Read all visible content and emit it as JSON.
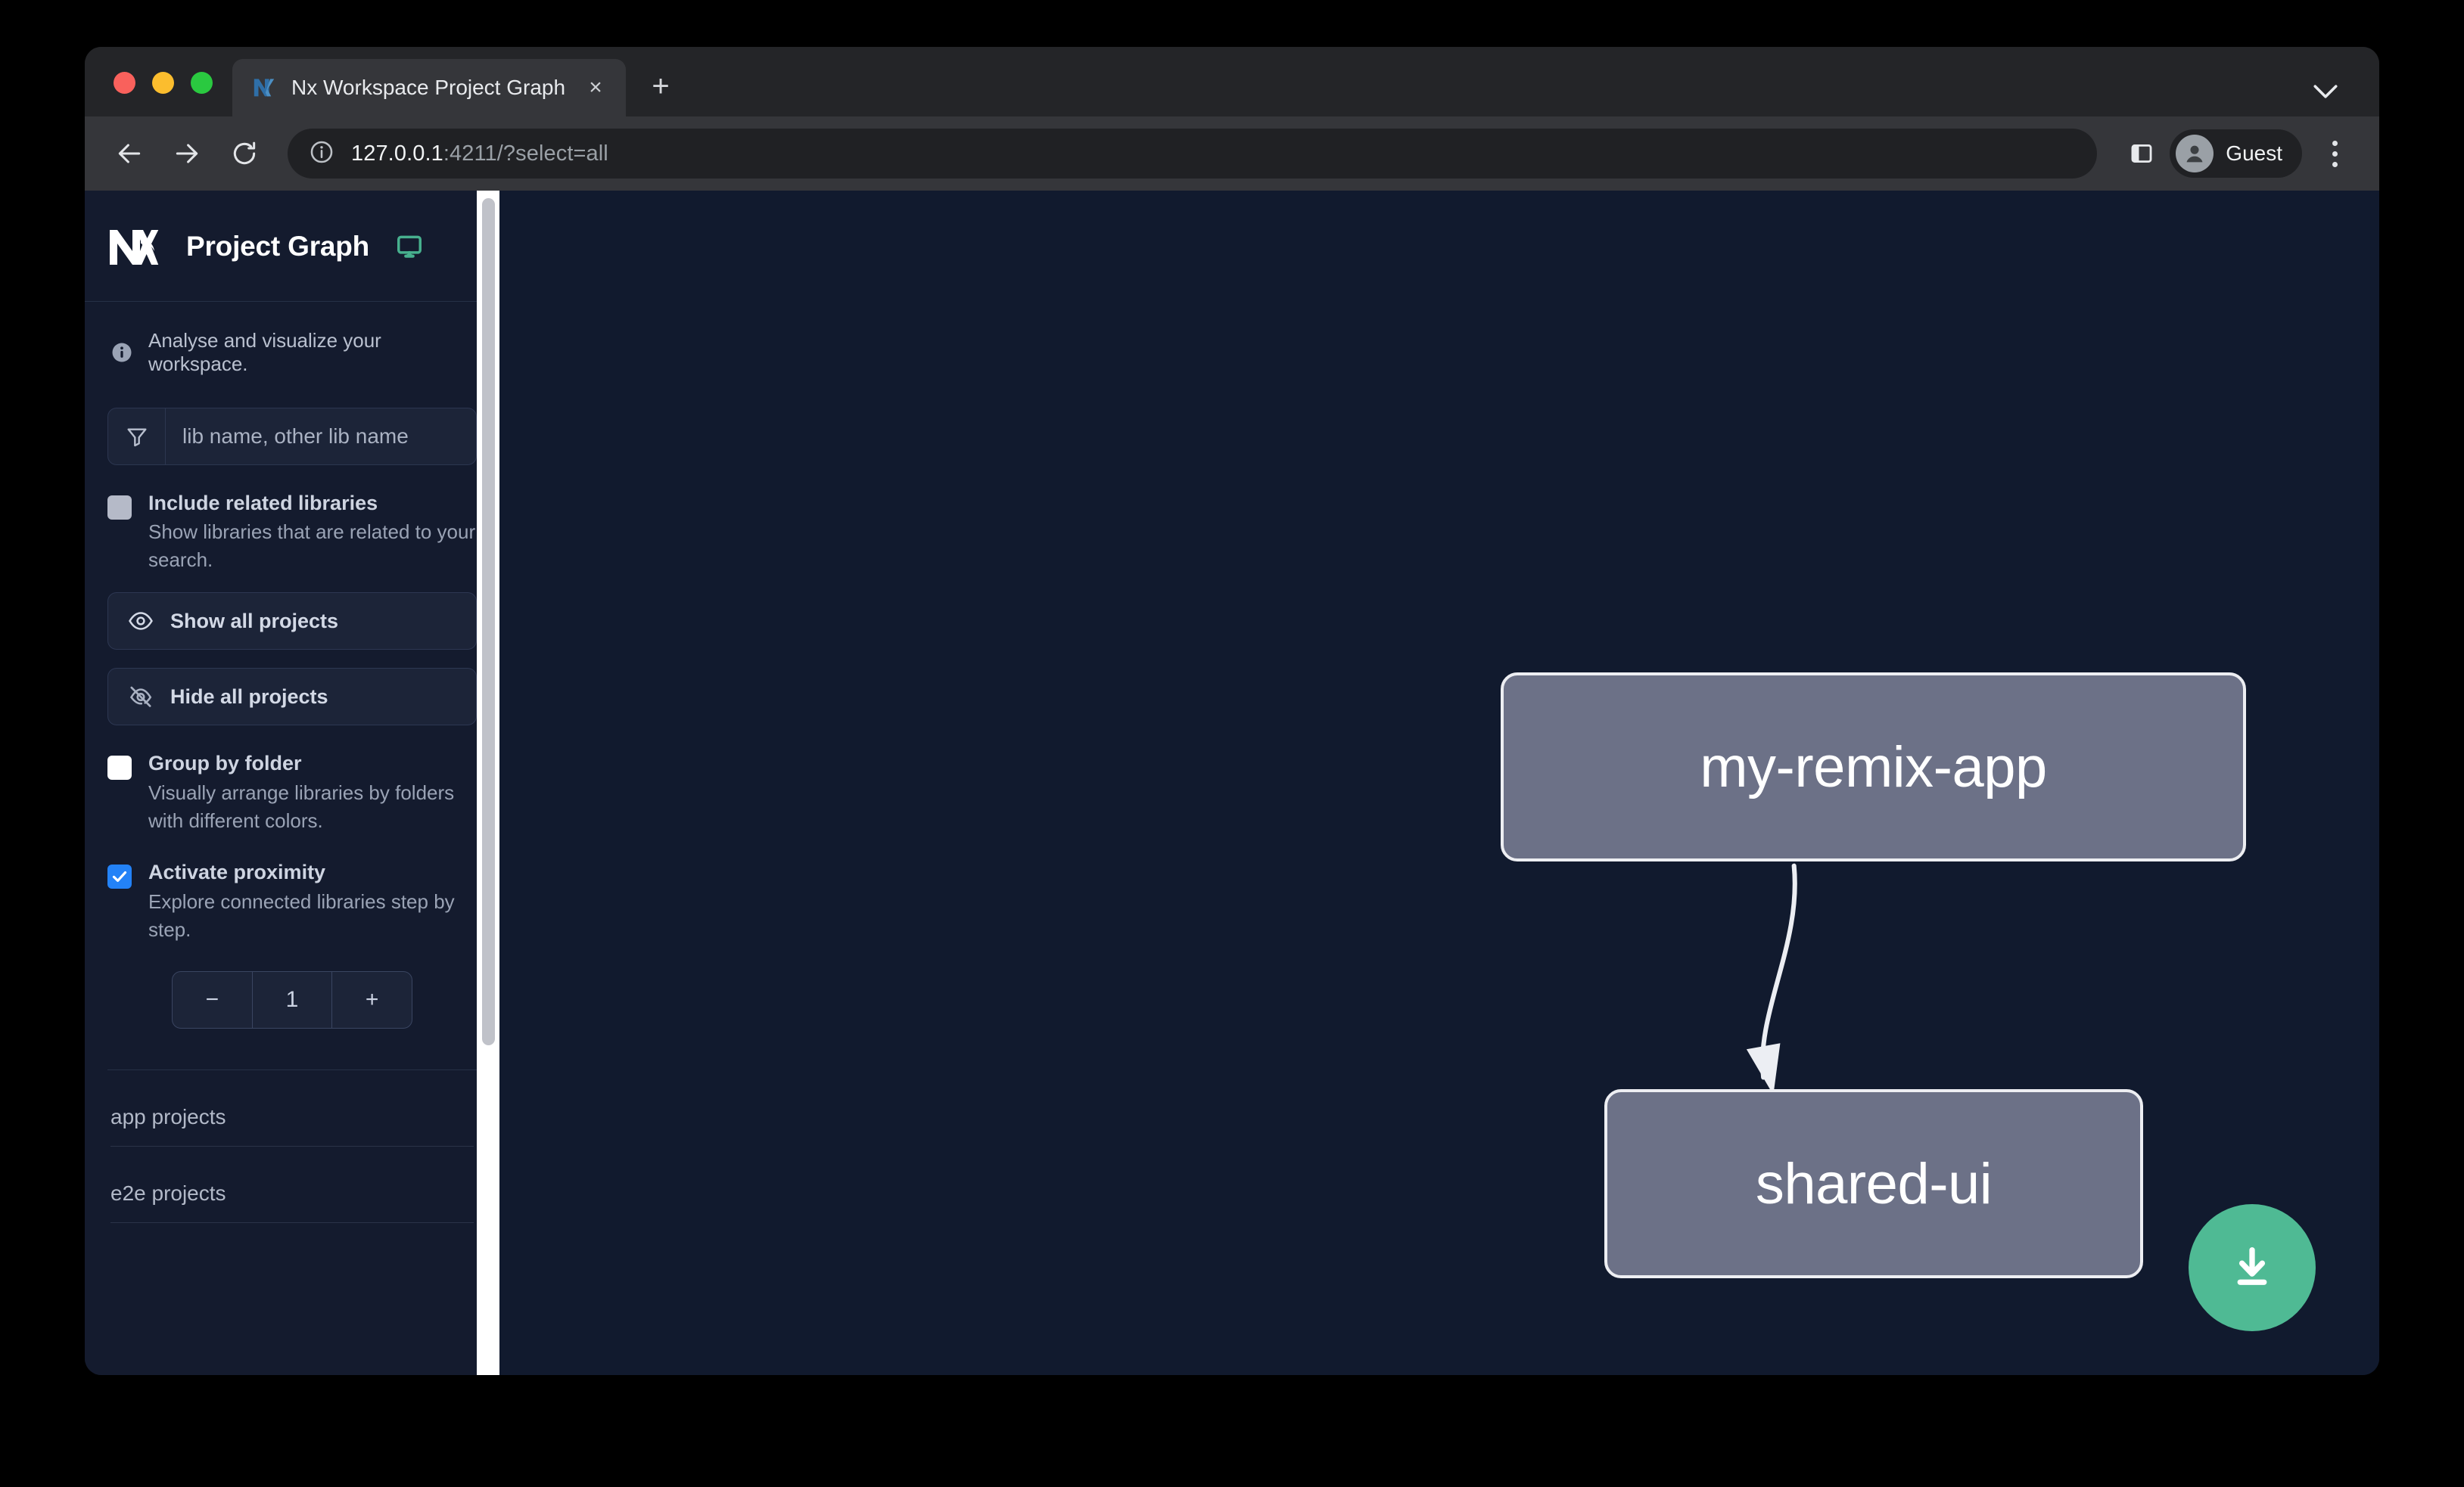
{
  "browser": {
    "tab": {
      "title": "Nx Workspace Project Graph",
      "favicon_name": "nx-favicon",
      "close_label": "×"
    },
    "new_tab_label": "+",
    "omnibox": {
      "host": "127.0.0.1",
      "rest": ":4211/?select=all",
      "site_info_icon": "info-circle-icon"
    },
    "profile": {
      "label": "Guest"
    },
    "icons": {
      "back": "back-arrow-icon",
      "forward": "forward-arrow-icon",
      "reload": "reload-icon",
      "side_panel": "side-panel-icon",
      "menu": "three-dot-menu-icon",
      "tabstrip_chevron": "chevron-down-icon"
    }
  },
  "sidebar": {
    "logo_name": "nx-logo",
    "title": "Project Graph",
    "monitor_icon": "monitor-icon",
    "note": "Analyse and visualize your workspace.",
    "note_icon": "info-icon",
    "filter": {
      "icon": "filter-funnel-icon",
      "placeholder": "lib name, other lib name",
      "value": ""
    },
    "options": [
      {
        "id": "include-related-libraries",
        "label": "Include related libraries",
        "desc": "Show libraries that are related to your search.",
        "state": "disabled"
      },
      {
        "id": "group-by-folder",
        "label": "Group by folder",
        "desc": "Visually arrange libraries by folders with different colors.",
        "state": "unchecked"
      },
      {
        "id": "activate-proximity",
        "label": "Activate proximity",
        "desc": "Explore connected libraries step by step.",
        "state": "checked"
      }
    ],
    "buttons": [
      {
        "id": "show-all-projects",
        "label": "Show all projects",
        "icon": "eye-icon"
      },
      {
        "id": "hide-all-projects",
        "label": "Hide all projects",
        "icon": "eye-off-icon"
      }
    ],
    "stepper": {
      "minus": "−",
      "value": "1",
      "plus": "+"
    },
    "project_sections": [
      {
        "id": "app-projects",
        "label": "app projects"
      },
      {
        "id": "e2e-projects",
        "label": "e2e projects"
      }
    ]
  },
  "graph": {
    "nodes": [
      {
        "id": "my-remix-app",
        "label": "my-remix-app"
      },
      {
        "id": "shared-ui",
        "label": "shared-ui"
      }
    ],
    "edges": [
      {
        "from": "my-remix-app",
        "to": "shared-ui"
      }
    ],
    "download_button": {
      "icon": "download-icon",
      "color": "#4fba94"
    }
  },
  "colors": {
    "accent_green": "#4fba94",
    "checkbox_blue": "#2382f7",
    "node_fill": "#6c7187",
    "node_border": "#edeef2",
    "sidebar_bg": "#141b2e",
    "canvas_bg": "#111a2e"
  }
}
